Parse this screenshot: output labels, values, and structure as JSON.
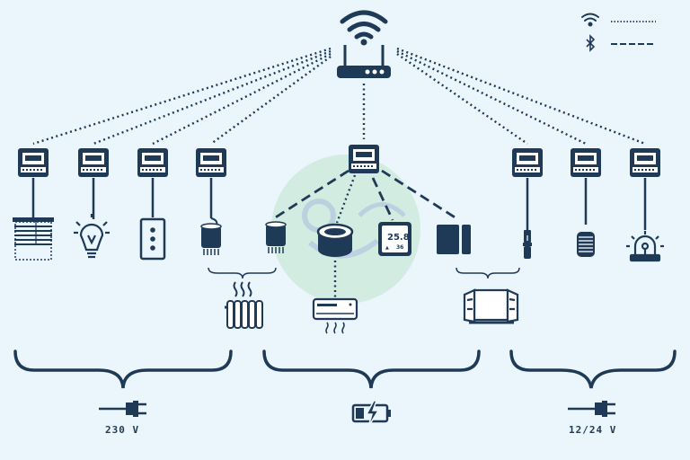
{
  "colors": {
    "ink": "#1e3a57",
    "background": "#eaf5fc",
    "accent_circle": "#cfeadd"
  },
  "legend": [
    {
      "icon": "wifi-icon",
      "style": "dotted"
    },
    {
      "icon": "bluetooth-icon",
      "style": "dashed"
    }
  ],
  "groups": [
    {
      "supply_icon": "power-plug-icon",
      "label": "230 V"
    },
    {
      "supply_icon": "battery-icon",
      "label": ""
    },
    {
      "supply_icon": "power-plug-icon",
      "label": "12/24 V"
    }
  ],
  "thermostat": {
    "temperature": "25.8",
    "humidity": "36"
  }
}
